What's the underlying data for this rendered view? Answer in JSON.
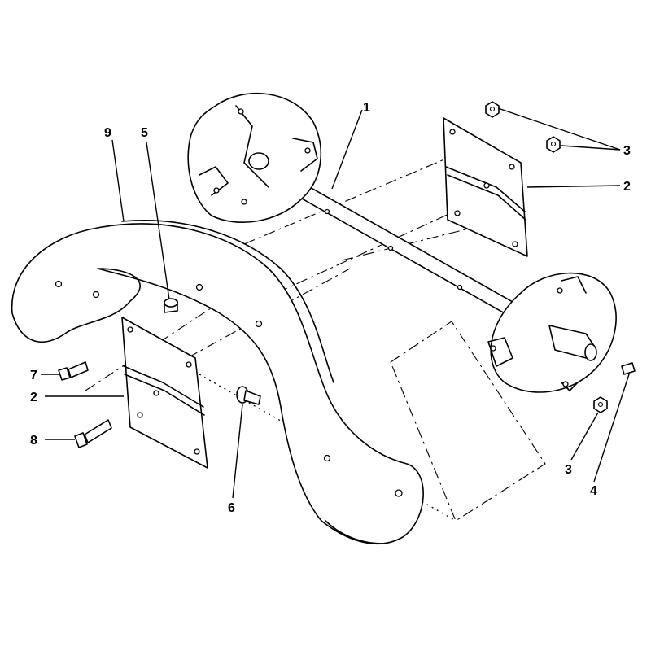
{
  "callouts": {
    "c1": "1",
    "c2a": "2",
    "c2b": "2",
    "c3a": "3",
    "c3b": "3",
    "c4": "4",
    "c5": "5",
    "c6": "6",
    "c7": "7",
    "c8": "8",
    "c9": "9"
  },
  "colors": {
    "line": "#000000",
    "background": "#ffffff"
  }
}
